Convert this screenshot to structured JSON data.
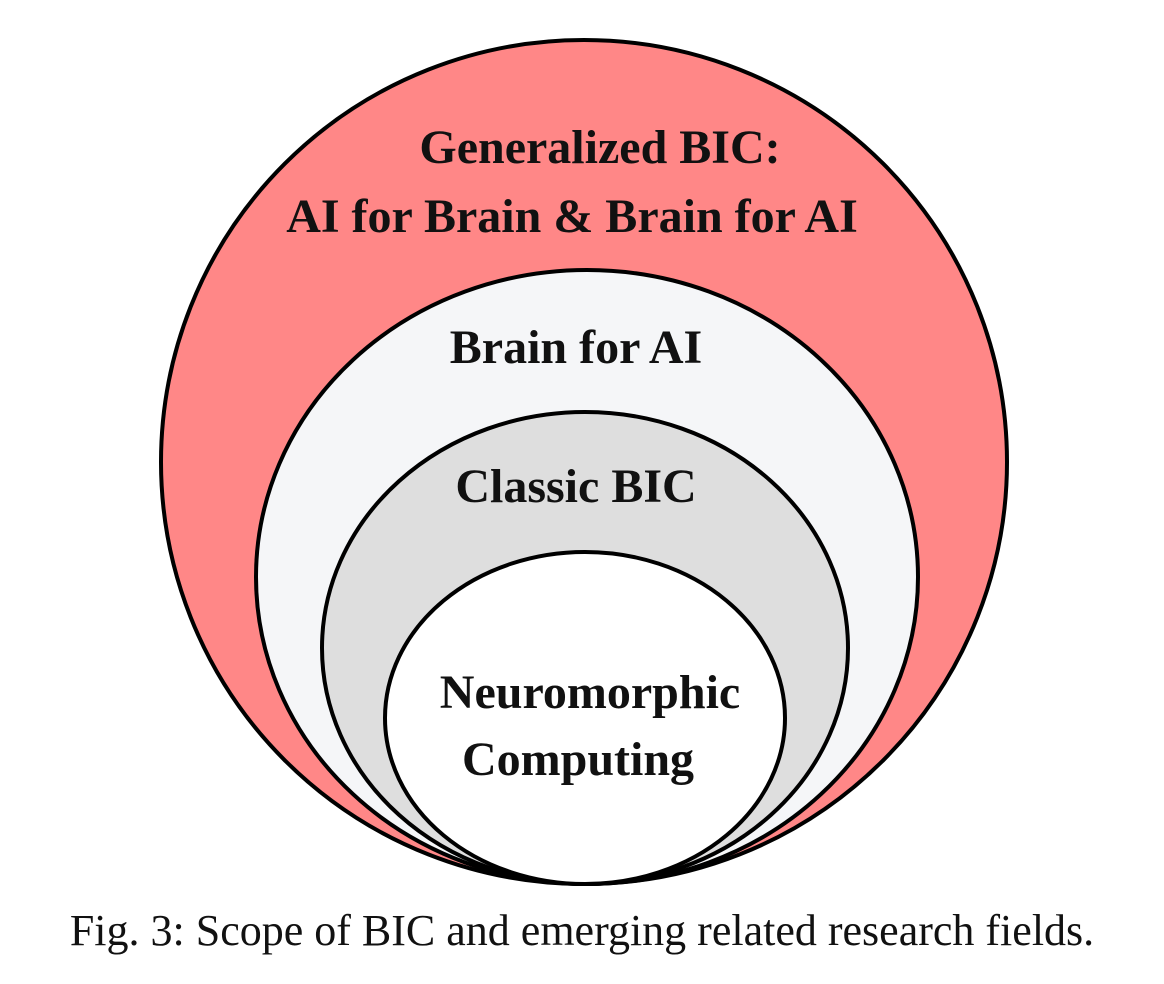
{
  "diagram": {
    "rings": [
      {
        "id": "generalized",
        "label_lines": [
          "Generalized BIC:",
          "AI for Brain & Brain for AI"
        ],
        "fill": "#FF8787"
      },
      {
        "id": "brain-for-ai",
        "label_lines": [
          "Brain for AI"
        ],
        "fill": "#F5F6F8"
      },
      {
        "id": "classic",
        "label_lines": [
          "Classic BIC"
        ],
        "fill": "#DEDEDE"
      },
      {
        "id": "neuromorphic",
        "label_lines": [
          "Neuromorphic",
          "Computing"
        ],
        "fill": "#FFFFFF"
      }
    ],
    "stroke": "#000000"
  },
  "caption": "Fig. 3: Scope of BIC and emerging related research fields."
}
